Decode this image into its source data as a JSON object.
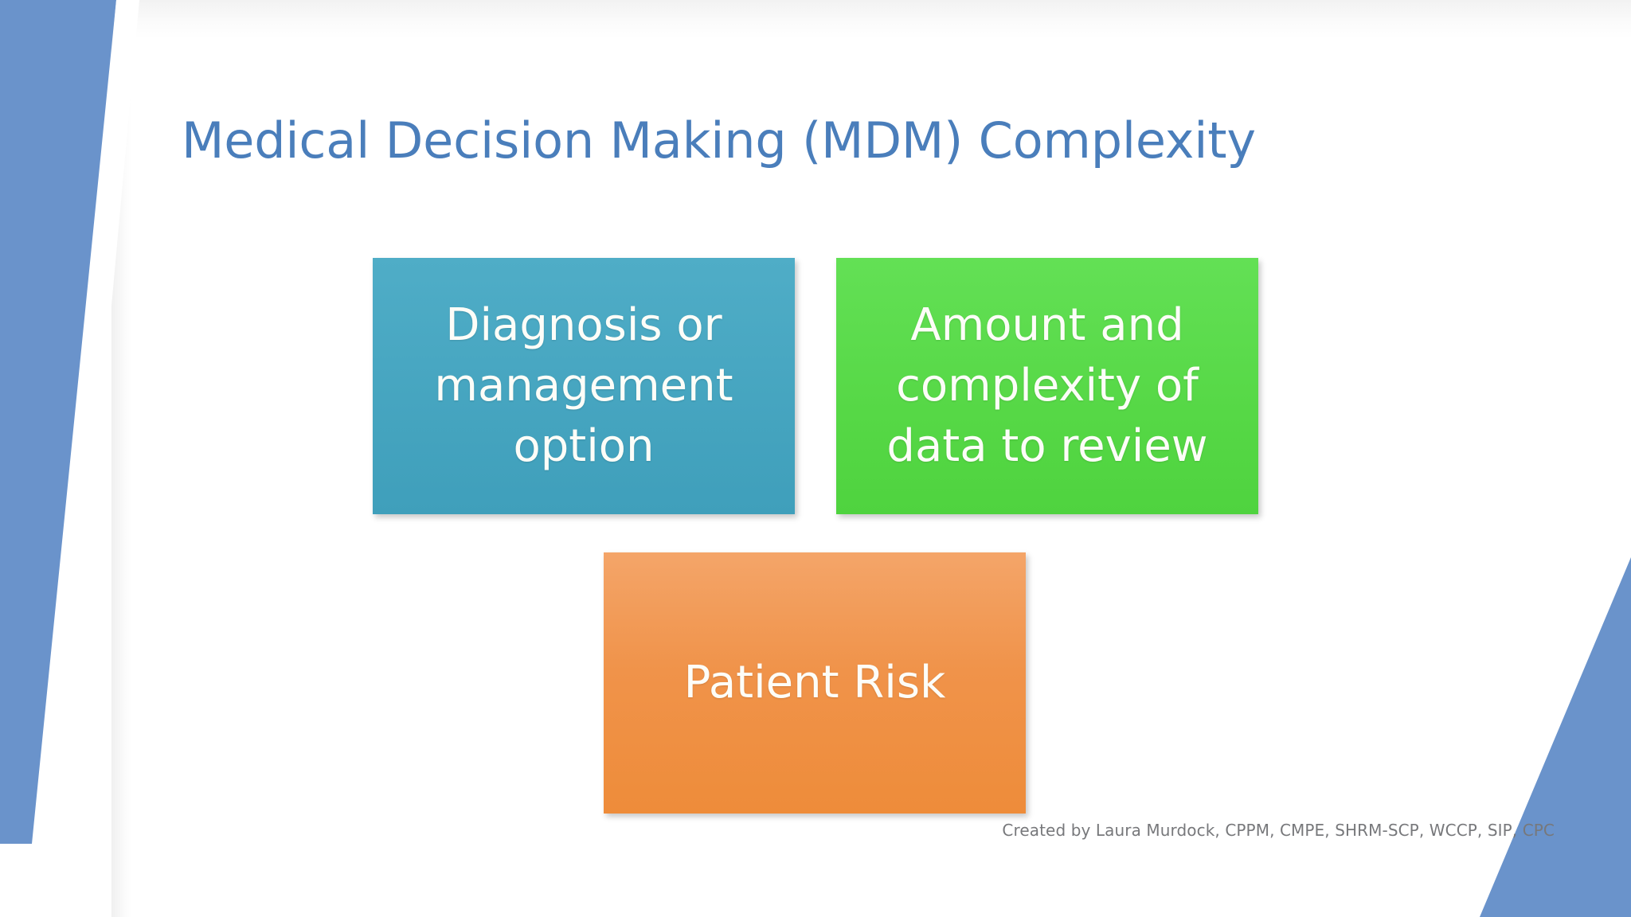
{
  "slide": {
    "title": "Medical Decision Making (MDM) Complexity",
    "title_color": "#4A7EBB",
    "background_color": "#FFFFFF",
    "accent_wedge_color": "#6A93CB"
  },
  "boxes": [
    {
      "id": "diagnosis-management-option",
      "label": "Diagnosis or management option",
      "color": "#4FAAC4",
      "text_color": "#FFFFFF"
    },
    {
      "id": "amount-complexity-data",
      "label": "Amount and complexity of data to review",
      "color": "#5CDB4C",
      "text_color": "#FFFFFF"
    },
    {
      "id": "patient-risk",
      "label": "Patient Risk",
      "color": "#EF9147",
      "text_color": "#FFFFFF"
    }
  ],
  "footer": {
    "credit": "Created by Laura Murdock, CPPM, CMPE, SHRM-SCP, WCCP, SIP, CPC"
  }
}
